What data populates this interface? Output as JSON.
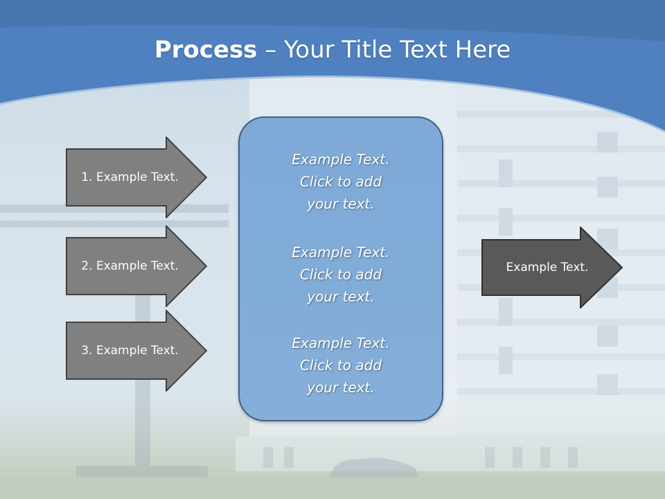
{
  "title": {
    "bold": "Process",
    "rest": " – Your Title Text Here"
  },
  "left_arrows": [
    {
      "label": "1. Example Text."
    },
    {
      "label": "2. Example Text."
    },
    {
      "label": "3. Example Text."
    }
  ],
  "center_blocks": [
    {
      "line1": "Example Text.",
      "line2": "Click  to add",
      "line3": "your text."
    },
    {
      "line1": "Example Text.",
      "line2": "Click  to add",
      "line3": "your text."
    },
    {
      "line1": "Example Text.",
      "line2": "Click  to add",
      "line3": "your text."
    }
  ],
  "right_arrow": {
    "label": "Example Text."
  },
  "colors": {
    "header_blue": "#4f81c0",
    "box_blue": "#7ea9d7",
    "arrow_gray": "#808080",
    "arrow_dark": "#595959"
  }
}
